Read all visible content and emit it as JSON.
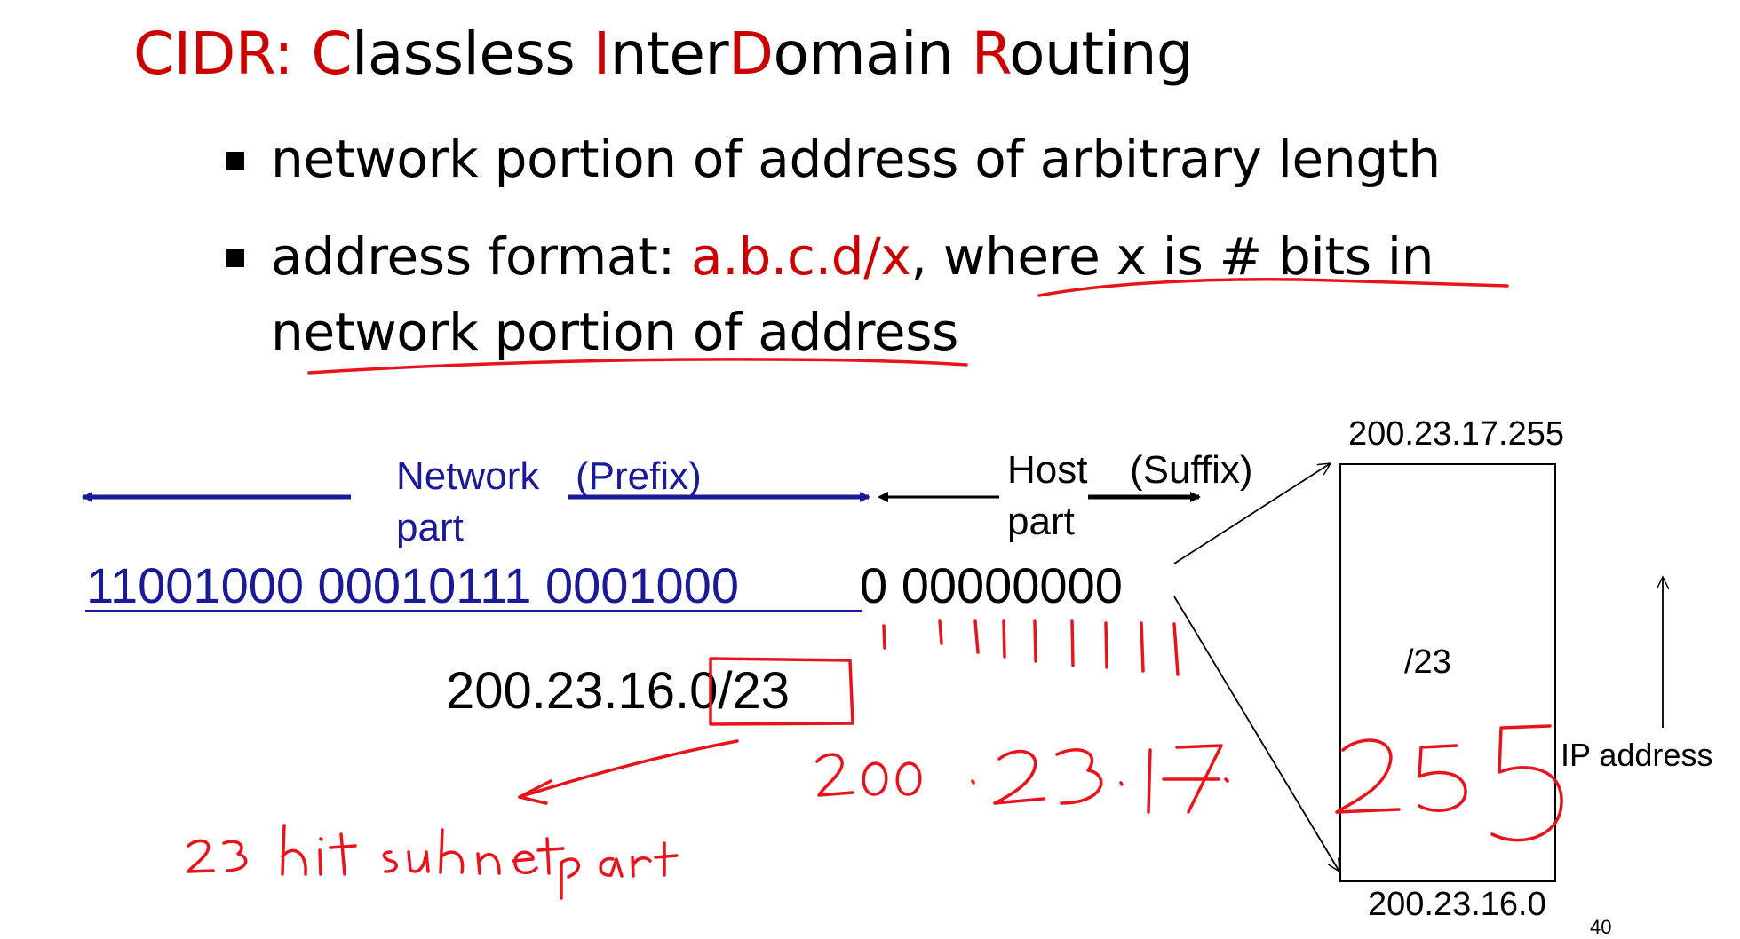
{
  "slide": {
    "title": {
      "c1": "CIDR: C",
      "c2": "lassless ",
      "c3": "I",
      "c4": "nter",
      "c5": "D",
      "c6": "omain ",
      "c7": "R",
      "c8": "outing"
    },
    "bullets": {
      "b1": "network portion of address of arbitrary length",
      "b2_pre": "address format: ",
      "b2_red": "a.b.c.d/x",
      "b2_post": ", where x is # bits in",
      "b3": "network portion of address"
    }
  },
  "diagram": {
    "network_label": "Network",
    "network_part": "part",
    "prefix_label": "(Prefix)",
    "host_label": "Host",
    "host_part": "part",
    "suffix_label": "(Suffix)",
    "binary_network": "11001000  00010111  0001000",
    "binary_host": "0  00000000",
    "cidr_address": "200.23.16.0/23",
    "range_top": "200.23.17.255",
    "range_bottom": "200.23.16.0",
    "block_label": "/23",
    "axis_label": "IP address",
    "page_number": "40"
  },
  "annotations": {
    "handwritten_note": "23 bit subnet part",
    "handwritten_address": "200.23.17.255",
    "ink_color": "#e8141c"
  },
  "colors": {
    "title_red": "#cc0000",
    "network_blue": "#1a1a99"
  }
}
